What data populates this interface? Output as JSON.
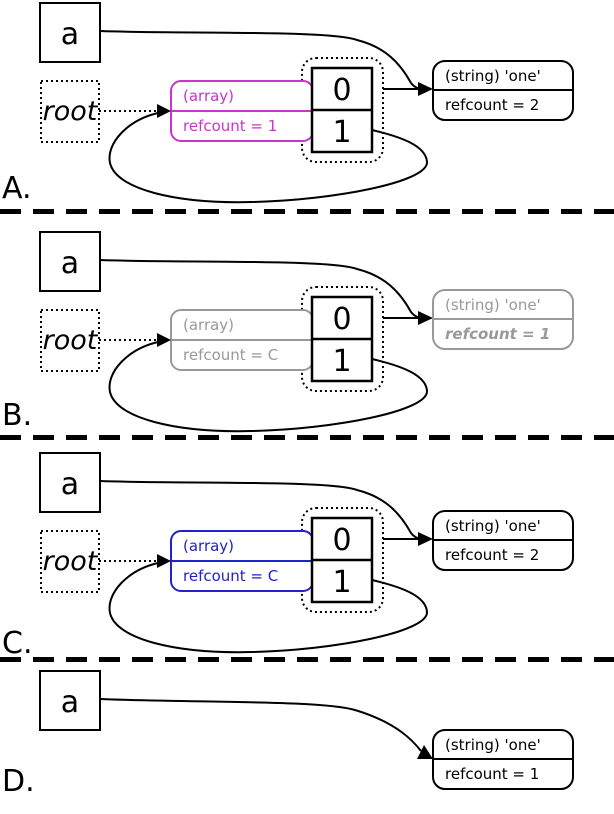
{
  "colors": {
    "black": "#000000",
    "magenta": "#cc33cc",
    "gray": "#999999",
    "blue": "#2222cc"
  },
  "panels": [
    {
      "label": "A.",
      "var_name": "a",
      "root_name": "root",
      "array_box": {
        "type": "(array)",
        "refcount": "refcount = 1",
        "color": "#cc33cc"
      },
      "cells": [
        "0",
        "1"
      ],
      "string_box": {
        "type": "(string) 'one'",
        "refcount": "refcount = 2",
        "color": "#000000"
      }
    },
    {
      "label": "B.",
      "var_name": "a",
      "root_name": "root",
      "array_box": {
        "type": "(array)",
        "refcount": "refcount = C",
        "color": "#999999"
      },
      "cells": [
        "0",
        "1"
      ],
      "string_box": {
        "type": "(string) 'one'",
        "refcount": "refcount = 1",
        "color": "#999999"
      }
    },
    {
      "label": "C.",
      "var_name": "a",
      "root_name": "root",
      "array_box": {
        "type": "(array)",
        "refcount": "refcount = C",
        "color": "#2222cc"
      },
      "cells": [
        "0",
        "1"
      ],
      "string_box": {
        "type": "(string) 'one'",
        "refcount": "refcount = 2",
        "color": "#000000"
      }
    },
    {
      "label": "D.",
      "var_name": "a",
      "string_box": {
        "type": "(string) 'one'",
        "refcount": "refcount = 1",
        "color": "#000000"
      }
    }
  ]
}
